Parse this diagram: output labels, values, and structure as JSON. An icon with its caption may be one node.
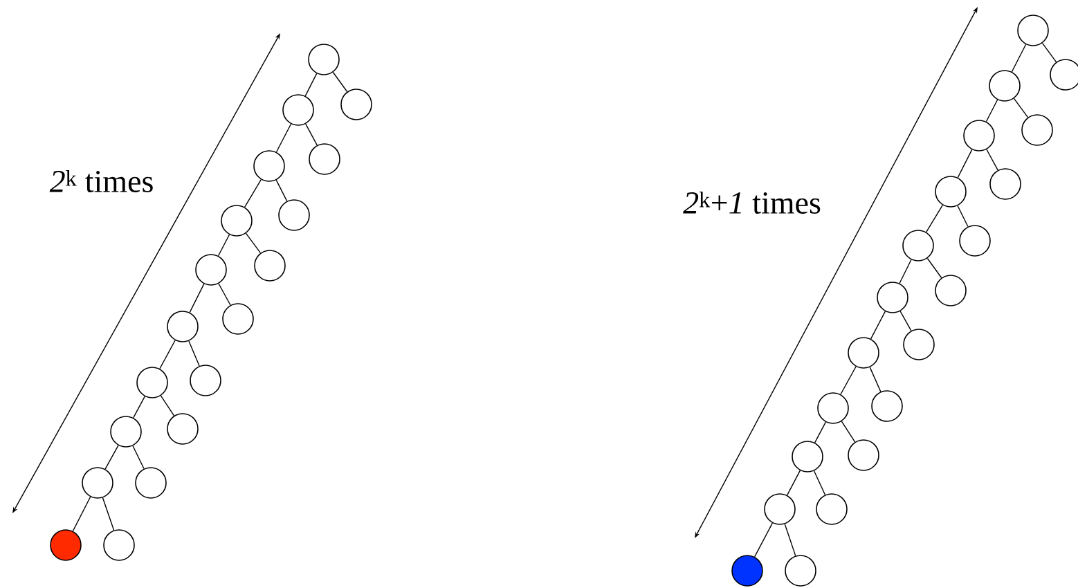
{
  "diagram": {
    "nodes": [
      {
        "text": [],
        "shape": "circle"
      },
      {
        "text": [],
        "shape": "circle"
      },
      {
        "text": [],
        "shape": "circle"
      },
      {
        "text": [],
        "shape": "circle"
      },
      {
        "text": [],
        "shape": "circle"
      },
      {
        "text": [],
        "shape": "circle"
      },
      {
        "text": [],
        "shape": "circle"
      },
      {
        "text": [],
        "shape": "circle"
      },
      {
        "text": [],
        "shape": "circle"
      },
      {
        "text": [],
        "shape": "circle"
      },
      {
        "text": [],
        "shape": "circle"
      },
      {
        "text": [],
        "shape": "circle"
      },
      {
        "text": [],
        "shape": "circle"
      },
      {
        "text": [],
        "shape": "circle"
      },
      {
        "text": [],
        "shape": "circle"
      },
      {
        "text": [],
        "shape": "circle"
      },
      {
        "text": [],
        "shape": "circle"
      },
      {
        "text": [],
        "shape": "circle"
      },
      {
        "text": [],
        "shape": "circle"
      },
      {
        "text": [],
        "shape": "circle"
      },
      {
        "text": [],
        "shape": "circle"
      },
      {
        "text": [],
        "shape": "circle"
      },
      {
        "text": [],
        "shape": "circle"
      },
      {
        "text": [],
        "shape": "circle"
      },
      {
        "text": [],
        "shape": "circle"
      },
      {
        "text": [],
        "shape": "circle"
      },
      {
        "text": [],
        "shape": "circle"
      },
      {
        "text": [],
        "shape": "circle"
      },
      {
        "text": [],
        "shape": "circle"
      },
      {
        "text": [],
        "shape": "circle"
      },
      {
        "text": [],
        "shape": "circle"
      },
      {
        "text": [],
        "shape": "circle"
      },
      {
        "text": [],
        "shape": "circle"
      },
      {
        "text": [],
        "shape": "circle"
      },
      {
        "text": [],
        "shape": "circle"
      },
      {
        "text": [],
        "shape": "circle"
      },
      {
        "text": [],
        "shape": "circle"
      },
      {
        "text": [],
        "shape": "circle"
      },
      {
        "text": [],
        "shape": "circle"
      },
      {
        "text": [],
        "shape": "circle"
      }
    ],
    "edges": [
      {
        "from": 0,
        "to": 1,
        "arrow": "none"
      },
      {
        "from": 0,
        "to": 2,
        "arrow": "none"
      },
      {
        "from": 2,
        "to": 3,
        "arrow": "none"
      },
      {
        "from": 2,
        "to": 4,
        "arrow": "none"
      },
      {
        "from": 4,
        "to": 5,
        "arrow": "none"
      },
      {
        "from": 4,
        "to": 6,
        "arrow": "none"
      },
      {
        "from": 6,
        "to": 7,
        "arrow": "none"
      },
      {
        "from": 6,
        "to": 8,
        "arrow": "none"
      },
      {
        "from": 8,
        "to": 9,
        "arrow": "none"
      },
      {
        "from": 8,
        "to": 10,
        "arrow": "none"
      },
      {
        "from": 10,
        "to": 11,
        "arrow": "none"
      },
      {
        "from": 10,
        "to": 12,
        "arrow": "none"
      },
      {
        "from": 12,
        "to": 13,
        "arrow": "none"
      },
      {
        "from": 12,
        "to": 14,
        "arrow": "none"
      },
      {
        "from": 14,
        "to": 15,
        "arrow": "none"
      },
      {
        "from": 14,
        "to": 16,
        "arrow": "none"
      },
      {
        "from": 16,
        "to": 17,
        "arrow": "none"
      },
      {
        "from": 16,
        "to": 18,
        "arrow": "none"
      },
      {
        "from": 19,
        "to": 20,
        "arrow": "none"
      },
      {
        "from": 19,
        "to": 21,
        "arrow": "none"
      },
      {
        "from": 21,
        "to": 22,
        "arrow": "none"
      },
      {
        "from": 21,
        "to": 23,
        "arrow": "none"
      },
      {
        "from": 23,
        "to": 24,
        "arrow": "none"
      },
      {
        "from": 23,
        "to": 25,
        "arrow": "none"
      },
      {
        "from": 25,
        "to": 26,
        "arrow": "none"
      },
      {
        "from": 25,
        "to": 27,
        "arrow": "none"
      },
      {
        "from": 27,
        "to": 28,
        "arrow": "none"
      },
      {
        "from": 27,
        "to": 29,
        "arrow": "none"
      },
      {
        "from": 29,
        "to": 30,
        "arrow": "none"
      },
      {
        "from": 29,
        "to": 31,
        "arrow": "none"
      },
      {
        "from": 31,
        "to": 32,
        "arrow": "none"
      },
      {
        "from": 31,
        "to": 33,
        "arrow": "none"
      },
      {
        "from": 33,
        "to": 34,
        "arrow": "none"
      },
      {
        "from": 33,
        "to": 35,
        "arrow": "none"
      },
      {
        "from": 35,
        "to": 36,
        "arrow": "none"
      },
      {
        "from": 35,
        "to": 37,
        "arrow": "none"
      },
      {
        "from": 37,
        "to": 38,
        "arrow": "none"
      },
      {
        "from": 37,
        "to": 39,
        "arrow": "none"
      }
    ],
    "labels": [
      "*2*$^{k}$ times",
      "*2*$^{k}$+*1* times"
    ]
  }
}
